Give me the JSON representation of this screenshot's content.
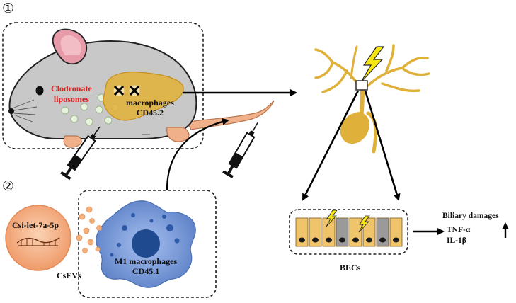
{
  "step_markers": {
    "step1": "①",
    "step2": "②"
  },
  "labels": {
    "clodronate_liposomes": "Clodronate\nliposomes",
    "macrophages_cd45_2": "macrophages\nCD45.2",
    "csi_let_7a_5p": "Csi-let-7a-5p",
    "csevs": "CsEVs",
    "m1_macrophages_cd45_1": "M1 macrophages\nCD45.1",
    "becs": "BECs",
    "biliary_damages": "Biliary damages",
    "tnf_alpha": "TNF-α",
    "il_1beta": "IL-1β"
  },
  "colors": {
    "liposome_text": "#e02020",
    "mouse_body": "#c8c8c8",
    "mouse_ear": "#e79aa8",
    "liver": "#e0b13a",
    "ev_dot": "#f2b07a",
    "csi_vesicle": "#f3a77a",
    "m1_macrophage": "#7c9edb",
    "m1_nucleus": "#1f4a8f",
    "lightning": "#f5e514"
  },
  "icons": [
    "mouse-icon",
    "liver-icon",
    "syringe-icon",
    "lightning-icon",
    "biliary-tree-icon",
    "gallbladder-icon",
    "cross-mark-icon",
    "up-arrow-icon"
  ]
}
